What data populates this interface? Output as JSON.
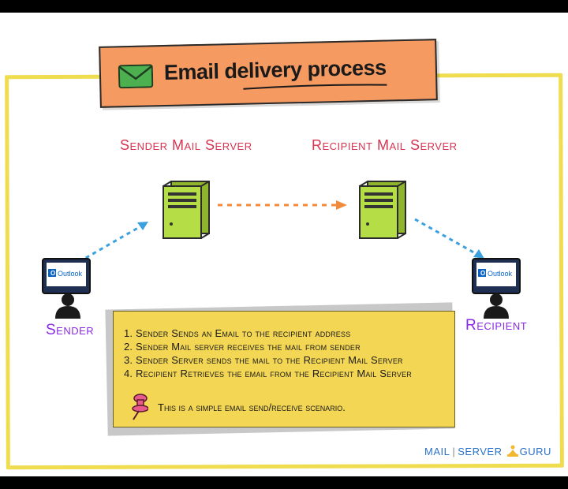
{
  "title": "Email delivery process",
  "nodes": {
    "sender_server": "Sender Mail Server",
    "recipient_server": "Recipient Mail Server",
    "sender": "Sender",
    "recipient": "Recipient"
  },
  "screen_label": "Outlook",
  "steps": [
    "1. Sender Sends an Email to the recipient address",
    "2. Sender Mail server receives the mail from sender",
    "3. Sender Server sends the mail to the Recipient Mail Server",
    "4. Recipient Retrieves the email from the Recipient Mail Server"
  ],
  "note": "This is a simple email send/receive scenario.",
  "brand": {
    "part1": "MAIL",
    "part2": "SERVER",
    "part3": "GURU"
  },
  "colors": {
    "banner": "#f59a61",
    "frame": "#f0dc4f",
    "server_label": "#d9334f",
    "person_label": "#8a2be2",
    "server_body": "#b5dd45",
    "arrow_blue": "#3aa0de",
    "arrow_orange": "#f08a3c",
    "note": "#f3d654",
    "brand": "#2a72c9"
  }
}
